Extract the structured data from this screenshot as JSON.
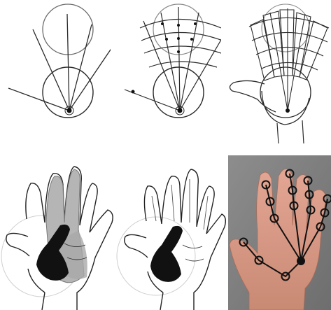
{
  "figure": {
    "panels": [
      {
        "id": "construction-circles-rays"
      },
      {
        "id": "construction-finger-grid"
      },
      {
        "id": "construction-finger-blocks"
      },
      {
        "id": "hand-shaded-regions"
      },
      {
        "id": "hand-outline-thumb-shaded"
      },
      {
        "id": "photo-hand-keypoints"
      }
    ],
    "colors": {
      "line": "#2a2a2a",
      "circle": "#6b6b6b",
      "shade_gray": "#b5b5b5",
      "thumb_black": "#111111",
      "skin": "#d99a87",
      "keypoint_line": "#111111"
    }
  }
}
